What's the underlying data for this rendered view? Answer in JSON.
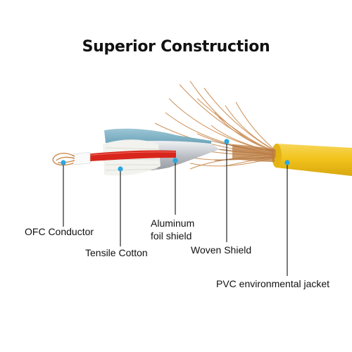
{
  "title": "Superior Construction",
  "labels": {
    "ofc_conductor": "OFC Conductor",
    "tensile_cotton": "Tensile Cotton",
    "aluminum_line1": "Aluminum",
    "aluminum_line2": "foil shield",
    "woven_shield": "Woven Shield",
    "pvc_jacket": "PVC environmental jacket"
  },
  "colors": {
    "marker": "#2aa7e0",
    "jacket": "#f2c41c",
    "braid": "#c98a4f",
    "inner_insulation": "#d8261c",
    "foil": "#c9ccd0",
    "outer_foil_blue": "#7fb3c7"
  }
}
